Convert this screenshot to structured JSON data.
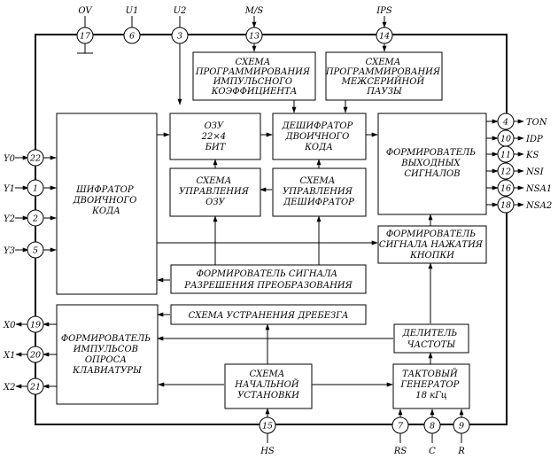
{
  "chip": {
    "top_pins": [
      {
        "num": "17",
        "label": "OV"
      },
      {
        "num": "6",
        "label": "U1"
      },
      {
        "num": "3",
        "label": "U2"
      },
      {
        "num": "13",
        "label": "M/S"
      },
      {
        "num": "14",
        "label": "IPS"
      }
    ],
    "left_in_pins": [
      {
        "num": "22",
        "label": "Y0"
      },
      {
        "num": "1",
        "label": "Y1"
      },
      {
        "num": "2",
        "label": "Y2"
      },
      {
        "num": "5",
        "label": "Y3"
      }
    ],
    "left_out_pins": [
      {
        "num": "19",
        "label": "X0"
      },
      {
        "num": "20",
        "label": "X1"
      },
      {
        "num": "21",
        "label": "X2"
      }
    ],
    "right_pins": [
      {
        "num": "4",
        "label": "TON"
      },
      {
        "num": "10",
        "label": "IDP"
      },
      {
        "num": "11",
        "label": "KS"
      },
      {
        "num": "12",
        "label": "NSI"
      },
      {
        "num": "16",
        "label": "NSA1"
      },
      {
        "num": "18",
        "label": "NSA2"
      }
    ],
    "bottom_pins": [
      {
        "num": "15",
        "label": "HS"
      },
      {
        "num": "7",
        "label": "RS"
      },
      {
        "num": "8",
        "label": "C"
      },
      {
        "num": "9",
        "label": "R"
      }
    ]
  },
  "blocks": {
    "pulse_prog": [
      "СХЕМА",
      "ПРОГРАММИРОВАНИЯ",
      "ИМПУЛЬСНОГО",
      "КОЭФФИЦИЕНТА"
    ],
    "pause_prog": [
      "СХЕМА",
      "ПРОГРАММИРОВАНИЯ",
      "МЕЖСЕРИЙНОЙ",
      "ПАУЗЫ"
    ],
    "encoder": [
      "ШИФРАТОР",
      "ДВОИЧНОГО",
      "КОДА"
    ],
    "ram": [
      "ОЗУ",
      "22×4",
      "БИТ"
    ],
    "decoder": [
      "ДЕШИФРАТОР",
      "ДВОИЧНОГО",
      "КОДА"
    ],
    "ram_ctrl": [
      "СХЕМА",
      "УПРАВЛЕНИЯ",
      "ОЗУ"
    ],
    "dec_ctrl": [
      "СХЕМА",
      "УПРАВЛЕНИЯ",
      "ДЕШИФРАТОР"
    ],
    "output_former": [
      "ФОРМИРОВАТЕЛЬ",
      "ВЫХОДНЫХ",
      "СИГНАЛОВ"
    ],
    "keypress_former": [
      "ФОРМИРОВАТЕЛЬ",
      "СИГНАЛА НАЖАТИЯ",
      "КНОПКИ"
    ],
    "enable_former": [
      "ФОРМИРОВАТЕЛЬ СИГНАЛА",
      "РАЗРЕШЕНИЯ ПРЕОБРАЗОВАНИЯ"
    ],
    "debounce": [
      "СХЕМА УСТРАНЕНИЯ ДРЕБЕЗГА"
    ],
    "scan_former": [
      "ФОРМИРОВАТЕЛЬ",
      "ИМПУЛЬСОВ",
      "ОПРОСА",
      "КЛАВИАТУРЫ"
    ],
    "reset": [
      "СХЕМА",
      "НАЧАЛЬНОЙ",
      "УСТАНОВКИ"
    ],
    "divider": [
      "ДЕЛИТЕЛЬ",
      "ЧАСТОТЫ"
    ],
    "clock_gen": [
      "ТАКТОВЫЙ",
      "ГЕНЕРАТОР",
      "18 кГц"
    ]
  }
}
